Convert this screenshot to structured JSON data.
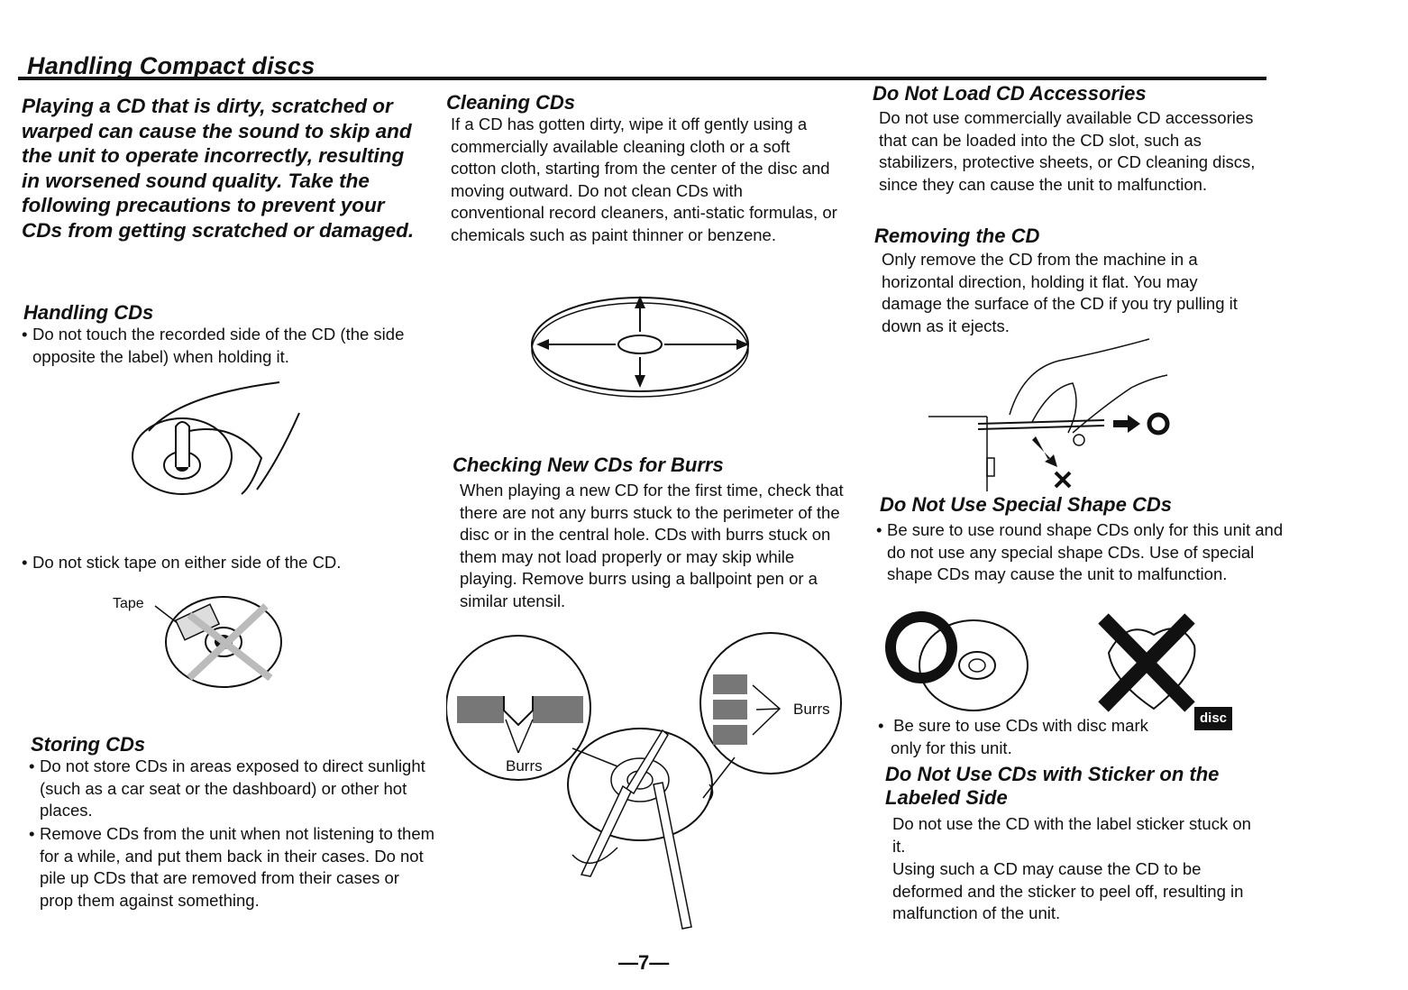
{
  "header": {
    "title": "Handling Compact discs"
  },
  "intro": {
    "text": "Playing a CD that is dirty, scratched or warped can cause the sound to skip and the unit to operate incorrectly, resulting in worsened sound quality. Take the following precautions to prevent your CDs from getting scratched or damaged."
  },
  "handling": {
    "heading": "Handling CDs",
    "bullet1": "Do not touch the recorded side of the CD (the side opposite the label) when holding it.",
    "bullet2": "Do not stick tape on either side of the CD.",
    "tape_label": "Tape"
  },
  "storing": {
    "heading": "Storing CDs",
    "bullet1": "Do not store CDs in areas exposed to direct sunlight (such as a car seat or the dashboard) or other hot places.",
    "bullet2": "Remove CDs from the unit when not listening to them for a while, and put them back in their cases. Do not pile up CDs that are removed from their cases or prop them against something."
  },
  "cleaning": {
    "heading": "Cleaning CDs",
    "text": "If a CD has gotten dirty, wipe it off gently using a commercially available cleaning cloth or a soft cotton cloth, starting from the center of the disc and moving outward. Do not clean CDs with conventional record cleaners, anti-static formulas, or chemicals such as paint thinner or benzene."
  },
  "burrs": {
    "heading": "Checking New CDs for Burrs",
    "text": "When playing a new CD for the first time, check that there are not any burrs stuck to the perimeter of the disc or in the central hole. CDs with burrs stuck on them may not load properly or may skip while playing. Remove burrs using a ballpoint pen or a similar utensil.",
    "label_left": "Burrs",
    "label_right": "Burrs"
  },
  "accessories": {
    "heading": "Do Not Load CD Accessories",
    "text": "Do not use commercially available CD accessories that can be loaded into the CD slot, such as stabilizers, protective sheets, or CD cleaning discs, since they can cause the unit to malfunction."
  },
  "removing": {
    "heading": "Removing the CD",
    "text": "Only remove the CD from the machine in a horizontal direction, holding it flat. You may damage the surface of the CD if you try pulling it down as it ejects."
  },
  "special_shape": {
    "heading": "Do Not Use Special Shape CDs",
    "bullet1": "Be sure to use round shape CDs only for this unit and do not use any special shape CDs. Use of special shape CDs may cause the unit to malfunction.",
    "bullet2": "Be sure to use CDs with disc mark",
    "bullet2_tail": "only for this unit.",
    "disc_mark": "disc"
  },
  "sticker": {
    "heading": "Do Not Use CDs with Sticker on the Labeled Side",
    "text1": "Do not use the CD with the label sticker stuck on it.",
    "text2": "Using such a CD may cause the CD to be deformed and the sticker to peel off, resulting in malfunction of the unit."
  },
  "footer": {
    "page_number": "—7—"
  }
}
